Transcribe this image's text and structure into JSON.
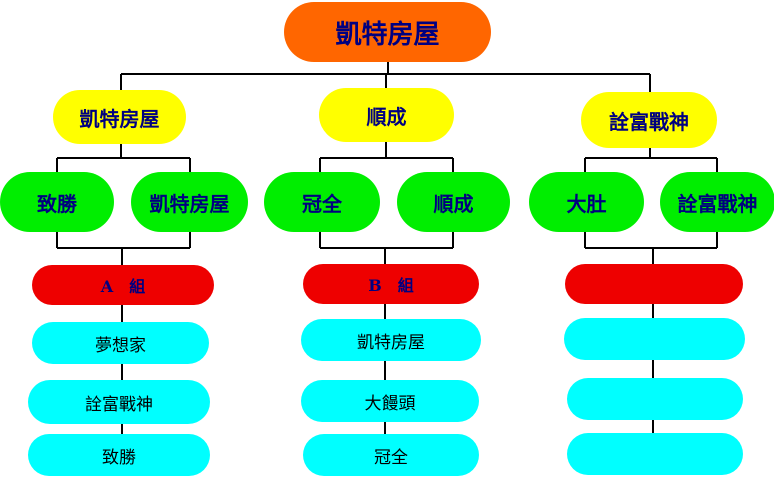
{
  "champion": {
    "label": "凱特房屋",
    "color": "#ff6600"
  },
  "finals": [
    {
      "label": "凱特房屋",
      "semis": [
        "致勝",
        "凱特房屋"
      ]
    },
    {
      "label": "順成",
      "semis": [
        "冠全",
        "順成"
      ]
    },
    {
      "label": "詮富戰神",
      "semis": [
        "大肚",
        "詮富戰神"
      ]
    }
  ],
  "groups": [
    {
      "label": "A　組",
      "teams": [
        "夢想家",
        "詮富戰神",
        "致勝"
      ]
    },
    {
      "label": "B　組",
      "teams": [
        "凱特房屋",
        "大饅頭",
        "冠全"
      ]
    },
    {
      "label": "",
      "teams": [
        "",
        "",
        ""
      ]
    }
  ],
  "colors": {
    "champion": "#ff6600",
    "final": "#ffff00",
    "semi": "#00ee00",
    "group": "#ee0000",
    "team": "#00ffff",
    "text": "#000080",
    "line": "#000000"
  }
}
